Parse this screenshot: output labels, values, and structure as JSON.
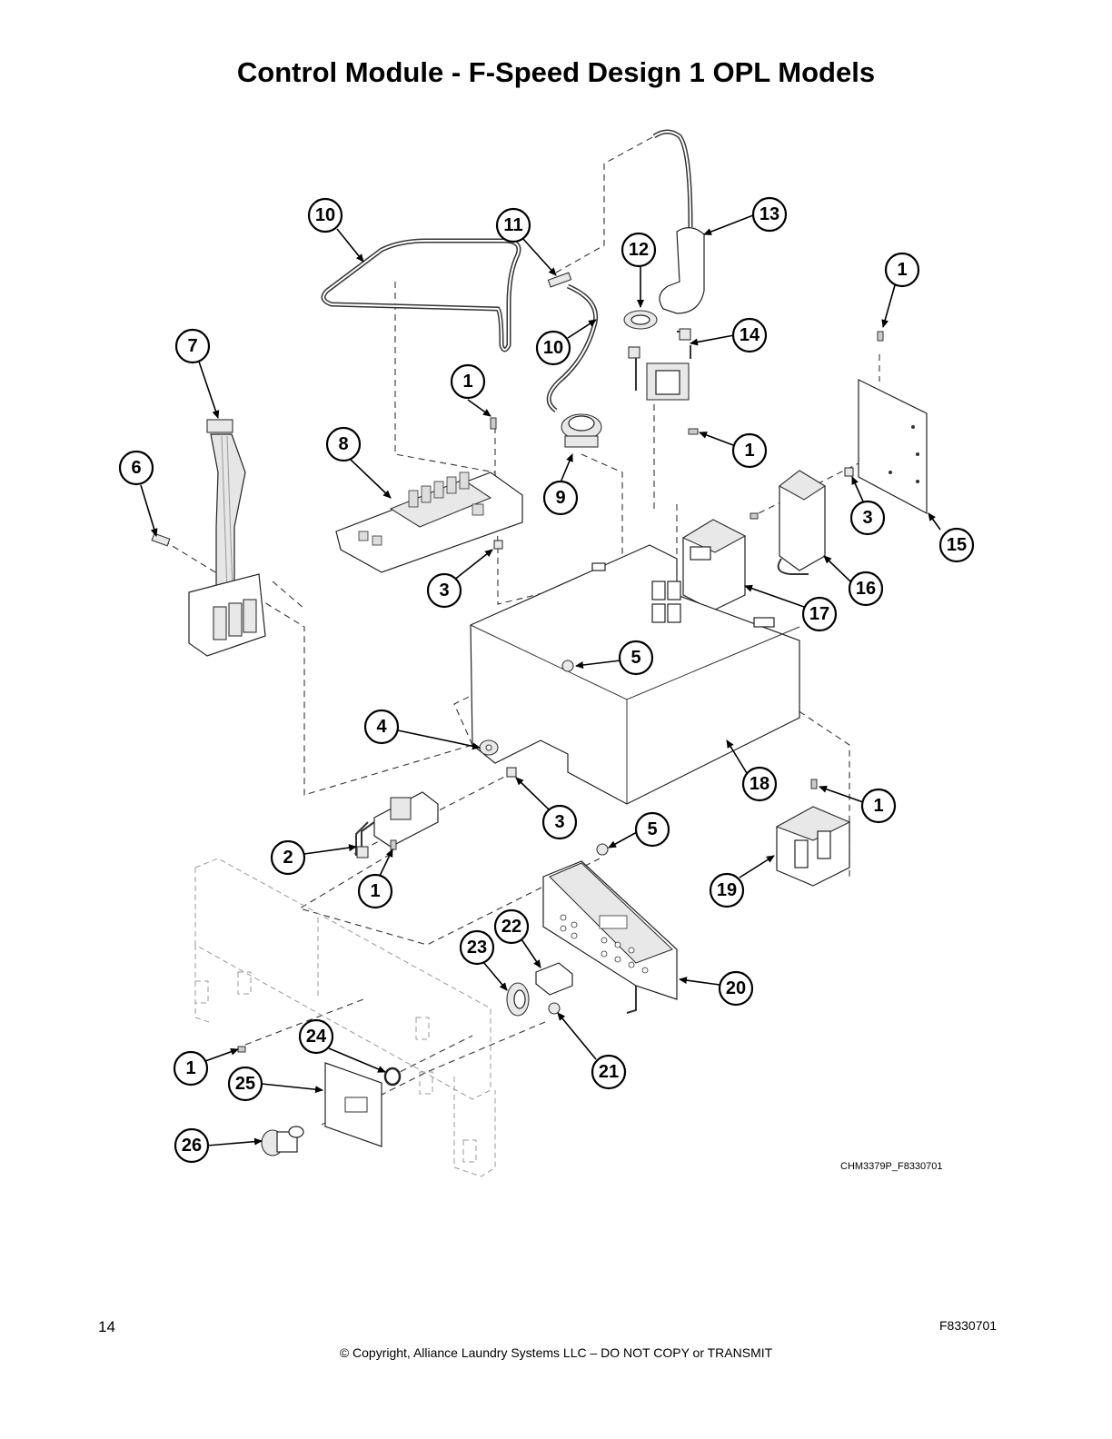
{
  "page": {
    "title": "Control Module - F-Speed Design 1 OPL Models",
    "drawing_ref": "CHM3379P_F8330701",
    "page_number": "14",
    "copyright": "© Copyright, Alliance Laundry Systems LLC – DO NOT COPY or TRANSMIT",
    "doc_code": "F8330701"
  },
  "callouts": [
    {
      "label": "10"
    },
    {
      "label": "11"
    },
    {
      "label": "12"
    },
    {
      "label": "13"
    },
    {
      "label": "1"
    },
    {
      "label": "7"
    },
    {
      "label": "10"
    },
    {
      "label": "14"
    },
    {
      "label": "1"
    },
    {
      "label": "6"
    },
    {
      "label": "8"
    },
    {
      "label": "1"
    },
    {
      "label": "9"
    },
    {
      "label": "3"
    },
    {
      "label": "15"
    },
    {
      "label": "3"
    },
    {
      "label": "16"
    },
    {
      "label": "17"
    },
    {
      "label": "5"
    },
    {
      "label": "4"
    },
    {
      "label": "18"
    },
    {
      "label": "1"
    },
    {
      "label": "3"
    },
    {
      "label": "5"
    },
    {
      "label": "2"
    },
    {
      "label": "1"
    },
    {
      "label": "19"
    },
    {
      "label": "22"
    },
    {
      "label": "23"
    },
    {
      "label": "20"
    },
    {
      "label": "1"
    },
    {
      "label": "24"
    },
    {
      "label": "21"
    },
    {
      "label": "25"
    },
    {
      "label": "26"
    }
  ]
}
